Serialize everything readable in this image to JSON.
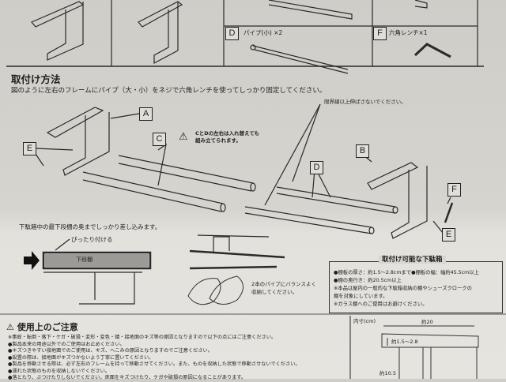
{
  "parts_table": {
    "part_d": {
      "letter": "D",
      "name": "パイプ(小) ×2"
    },
    "part_f": {
      "letter": "F",
      "name": "六角レンチ×1"
    }
  },
  "assembly": {
    "title": "取付け方法",
    "instruction": "図のように左右のフレームにパイプ（大・小）をネジで六角レンチを使ってしっかり固定してください。",
    "limit_note": "限界線以上伸ばさないでください。",
    "caution_note_line1": "CとDの左右は入れ替えても",
    "caution_note_line2": "組み立てられます。",
    "labels": {
      "a": "A",
      "b": "B",
      "c": "C",
      "d": "D",
      "e_left": "E",
      "e_right": "E",
      "f": "F"
    }
  },
  "insert": {
    "instruction": "下駄箱中の最下段棚の奥までしっかり差し込みます。",
    "fit_note": "ぴったり付ける",
    "shelf_label": "下段棚",
    "balance_line1": "2本のパイプにバランスよく",
    "balance_line2": "収納してください。"
  },
  "compatible": {
    "title": "取付け可能な下駄箱",
    "line1": "●棚板の厚さ：約1.5〜2.8cmまで●棚板の幅：幅約45.5cm以上",
    "line2": "●棚の奥行き：約20.5cm以上",
    "line3": "※本品は屋内の一般的な下駄箱収納の棚やシューズクロークの",
    "line4": "棚を対象にしています。",
    "line5": "※ガラス棚へのご使用はお避けください。"
  },
  "precautions": {
    "title": "使用上のご注意",
    "items": [
      "※事故・転倒・落下・ケガ・破損・変形・変色・錆・接地面のキズ等の原因となりますので以下の点にはご注意ください。",
      "●製品本来の用途以外でのご使用はお止めください。",
      "●キズつきやすい接地面でのご使用は、キズ、へこみの原因となりますのでご注意ください。",
      "●設置の際は、接地面がキズつかないよう丁寧に置いてください。",
      "●製品を移動させる際は、必ず左右のフレームを持って移動させてください。また、ものを収納した状態で移動させないでください。",
      "●濡れた状態のものを収納しないでください。",
      "●落とたり、ぶつけたりしないでください。床面をキズつけたり、ケガや破損の原因になることがあります。"
    ]
  },
  "dimensions": {
    "title": "内寸(cm)",
    "width": "約20",
    "thickness": "約1.5〜2.8",
    "height": "約10.5"
  }
}
